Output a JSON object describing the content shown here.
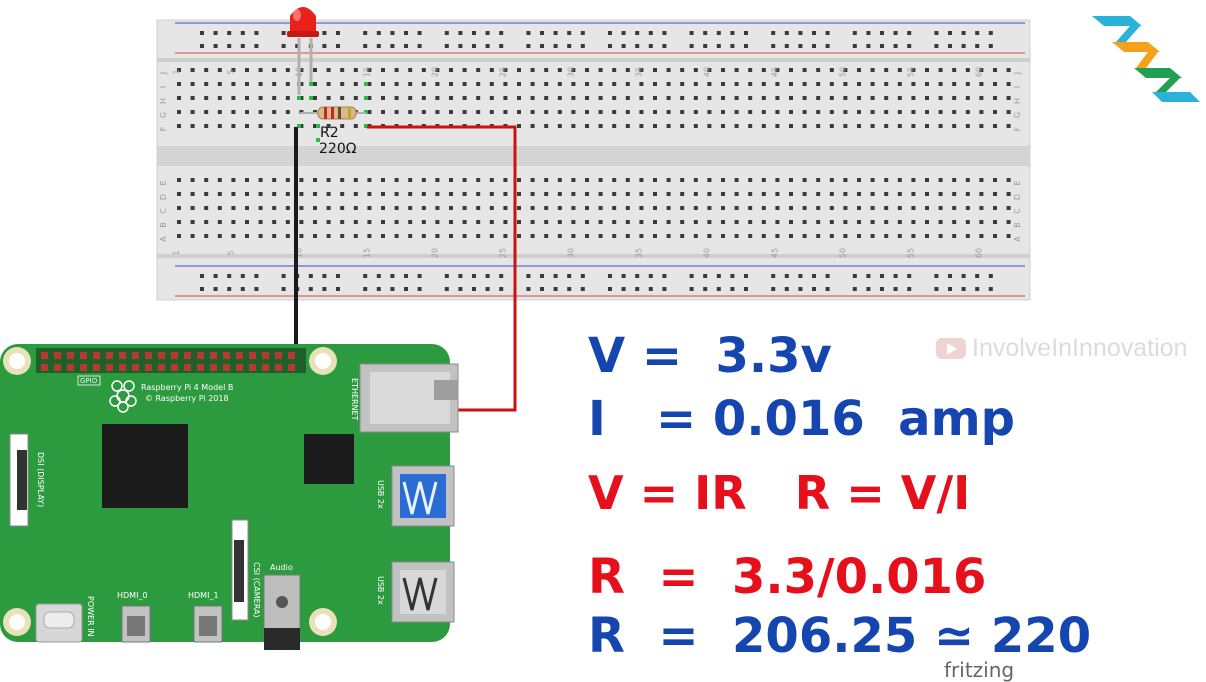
{
  "breadboard": {
    "column_numbers": [
      "1",
      "5",
      "10",
      "15",
      "20",
      "25",
      "30",
      "35",
      "40",
      "45",
      "50",
      "55",
      "60"
    ],
    "row_letters_top": [
      "J",
      "I",
      "H",
      "G",
      "F"
    ],
    "row_letters_bottom": [
      "E",
      "D",
      "C",
      "B",
      "A"
    ]
  },
  "components": {
    "resistor_name": "R2",
    "resistor_value": "220Ω"
  },
  "pi": {
    "model_text": "Raspberry Pi 4 Model B",
    "copyright_text": "© Raspberry Pi 2018",
    "gpio_label": "GPIO",
    "ethernet_label": "ETHERNET",
    "usb_label_1": "USB 2x",
    "usb_label_2": "USB 2x",
    "dsi_label": "DSI (DISPLAY)",
    "csi_label": "CSI (CAMERA)",
    "audio_label": "Audio",
    "power_label": "POWER IN",
    "hdmi0_label": "HDMI_0",
    "hdmi1_label": "HDMI_1"
  },
  "equations": {
    "line1": "V =  3.3v",
    "line2": "I   = 0.016  amp",
    "line3": "V = IR   R = V/I",
    "line4": "R  =  3.3/0.016",
    "line5": "R  =  206.25 ≃ 220"
  },
  "watermark": "InvolveInInnovation",
  "credit": "fritzing",
  "colors": {
    "equation_blue": "#1546b0",
    "equation_red": "#e5101c",
    "board_green": "#2c9a3f",
    "wire_black": "#1a1a1a",
    "wire_red": "#cc1111",
    "led_red": "#e8221a",
    "breadboard": "#e6e6e6"
  }
}
